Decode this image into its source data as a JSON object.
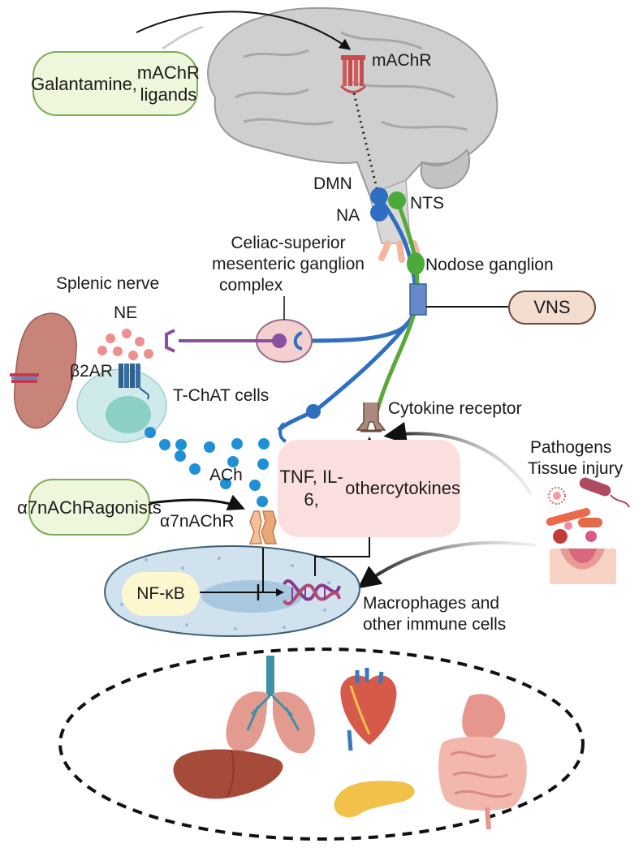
{
  "labels": {
    "machr": "mAChR",
    "dmn": "DMN",
    "na": "NA",
    "nts": "NTS",
    "nodose": "Nodose ganglion",
    "celiac": [
      "Celiac-superior",
      "mesenteric ganglion",
      "complex"
    ],
    "splenic_nerve": "Splenic nerve",
    "ne": "NE",
    "b2ar": "β2AR",
    "tchat": "T-ChAT cells",
    "cytokine_receptor": "Cytokine receptor",
    "pathogens": [
      "Pathogens",
      "Tissue injury"
    ],
    "ach": "ACh",
    "a7nachr": "α7nAChR",
    "macrophages": [
      "Macrophages and",
      "other immune cells"
    ]
  },
  "boxes": {
    "galantamine": [
      "Galantamine,",
      "mAChR ligands"
    ],
    "vns": "VNS",
    "cytokines": [
      "TNF, IL-6,",
      "other",
      "cytokines"
    ],
    "agonists": [
      "α7nAChR",
      "agonists"
    ],
    "nfkb": "NF-κB"
  },
  "colors": {
    "efferent_vagus": "#2f6fc1",
    "afferent_vagus": "#5aa83a",
    "splenic_nerve": "#8a4fa0",
    "ach_dots": "#1f8fd6",
    "ne_dots": "#ee8f8f",
    "receptor": "#c94b4b",
    "box_green_fill": "#eef7dc",
    "box_green_border": "#7fa95a",
    "cytokine_fill": "#fbdfdf",
    "nfkb_fill": "#fdf7d0",
    "macrophage_fill": "#cfe2ee"
  },
  "icons": [
    "brain-icon",
    "spleen-icon",
    "lungs-icon",
    "heart-icon",
    "liver-icon",
    "pancreas-icon",
    "intestine-icon",
    "bacteria-icon",
    "dna-icon",
    "receptor-icon"
  ]
}
